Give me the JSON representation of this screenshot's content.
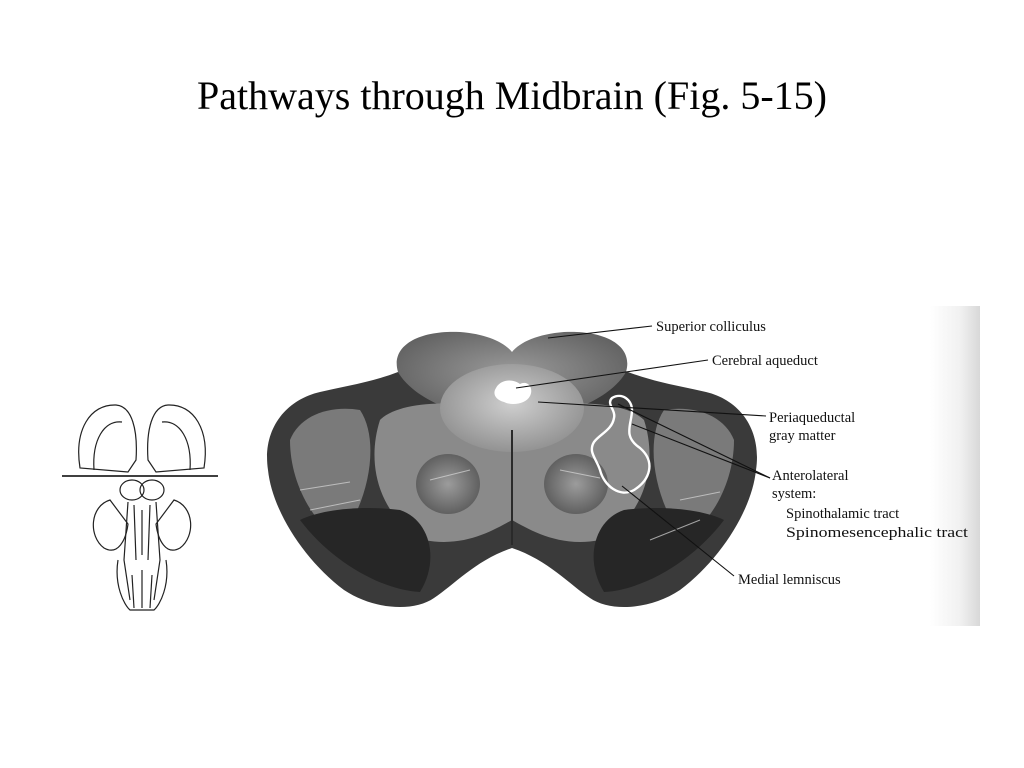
{
  "slide": {
    "title": "Pathways through Midbrain (Fig. 5-15)"
  },
  "figure": {
    "labels": {
      "superior_colliculus": "Superior colliculus",
      "cerebral_aqueduct": "Cerebral aqueduct",
      "periaqueductal_line1": "Periaqueductal",
      "periaqueductal_line2": "gray matter",
      "anterolateral_line1": "Anterolateral",
      "anterolateral_line2": "system:",
      "spinothalamic": "Spinothalamic tract",
      "spinomesencephalic": "Spinomesencephalic tract",
      "medial_lemniscus": "Medial lemniscus"
    }
  },
  "colors": {
    "tissue_dark": "#2e2e2e",
    "tissue_mid": "#6e6e6e",
    "tissue_light": "#b9b9b9",
    "aqueduct": "#ffffff"
  }
}
